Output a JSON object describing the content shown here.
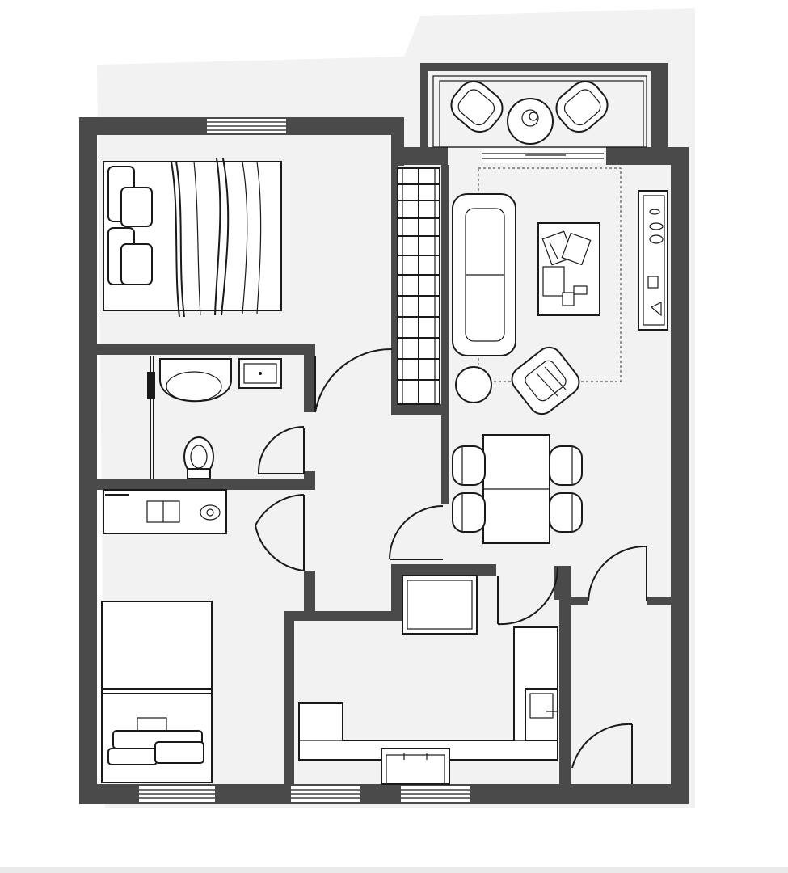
{
  "plan": {
    "rooms": [
      "bedroom-1",
      "bathroom",
      "bedroom-2",
      "hallway",
      "living-room",
      "balcony",
      "kitchen",
      "entry"
    ],
    "colors": {
      "wall": "#4a4a4a",
      "line": "#1a1a1a",
      "background": "#ffffff",
      "ghost": "#f2f2f2"
    }
  }
}
